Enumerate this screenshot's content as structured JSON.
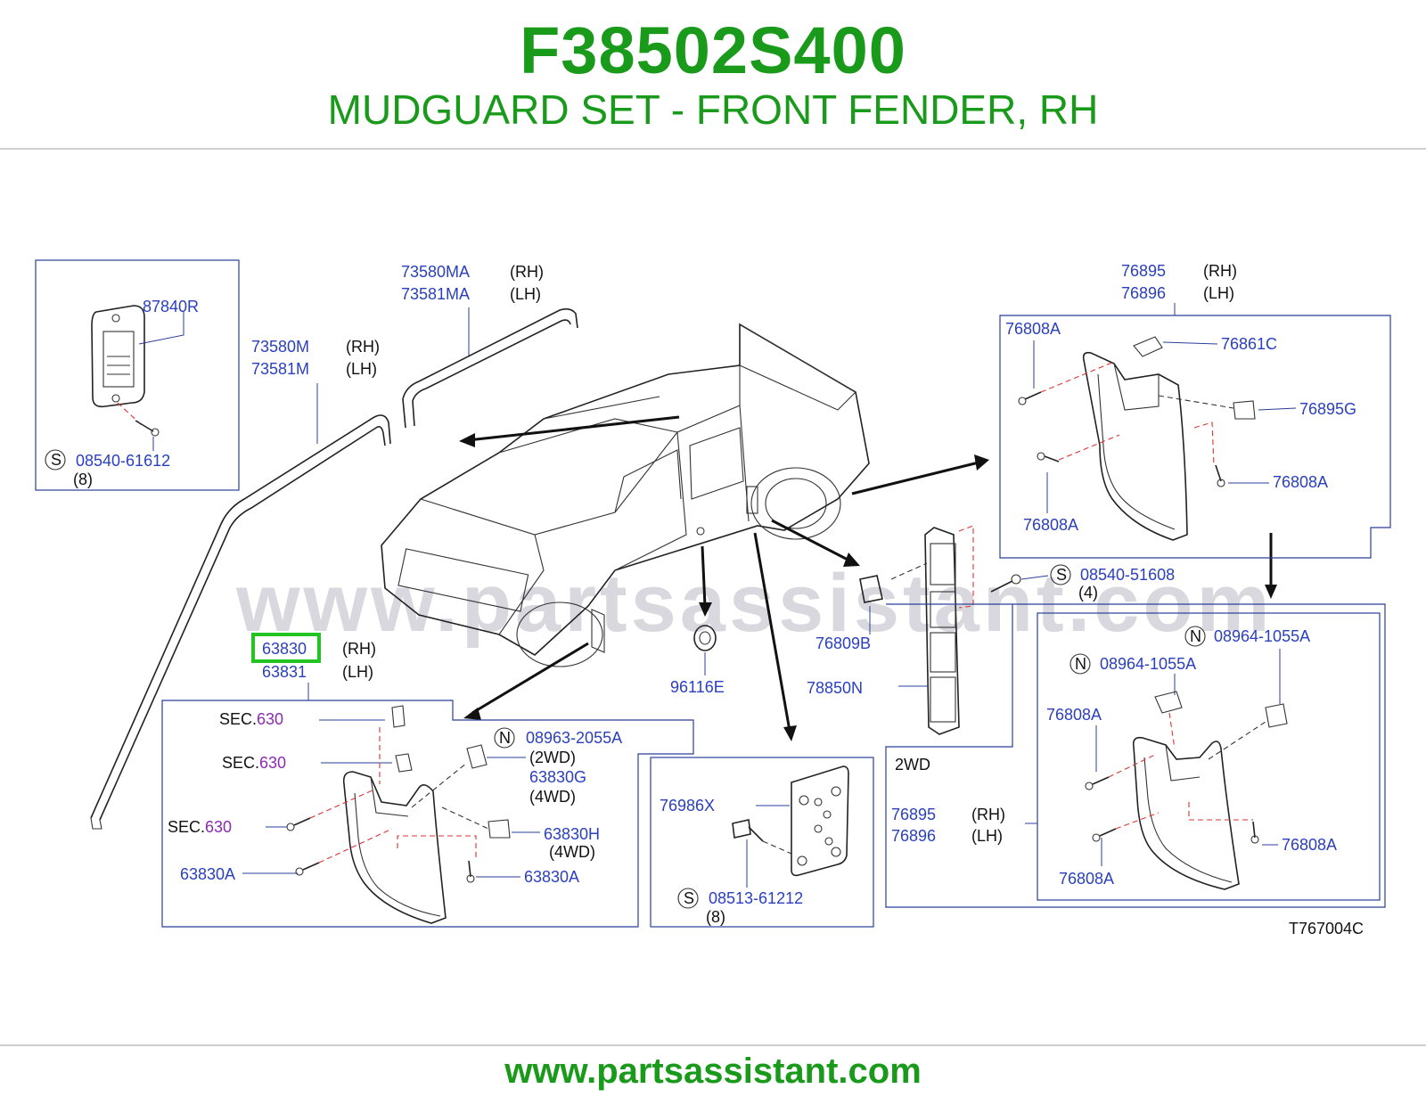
{
  "header": {
    "part_number": "F38502S400",
    "part_name": "MUDGUARD SET - FRONT FENDER, RH"
  },
  "footer": {
    "url": "www.partsassistant.com"
  },
  "watermark": "www.partsassistant.com",
  "diagram_code": "T767004C",
  "colors": {
    "brand_green": "#1a9a1a",
    "part_blue": "#2a3fc0",
    "section_purple": "#8a2bb0",
    "highlight": "#22c422"
  },
  "symbols": {
    "s": "S",
    "n": "N"
  },
  "sides": {
    "rh": "(RH)",
    "lh": "(LH)"
  },
  "labels": {
    "p87840R": "87840R",
    "p08540_61612": "08540-61612",
    "q8a": "(8)",
    "p73580MA": "73580MA",
    "p73581MA": "73581MA",
    "p73580M": "73580M",
    "p73581M": "73581M",
    "p76895": "76895",
    "p76896": "76896",
    "p76808A": "76808A",
    "p76861C": "76861C",
    "p76895G": "76895G",
    "p08540_51608": "08540-51608",
    "q4": "(4)",
    "p76809B": "76809B",
    "p78850N": "78850N",
    "p96116E": "96116E",
    "p63830": "63830",
    "p63831": "63831",
    "sec": "SEC.",
    "sec_num": "630",
    "p08963_2055A": "08963-2055A",
    "wd2": "(2WD)",
    "p63830G": "63830G",
    "wd4": "(4WD)",
    "p63830H": "63830H",
    "p63830A": "63830A",
    "p76986X": "76986X",
    "p08513_61212": "08513-61212",
    "q8b": "(8)",
    "p08964_1055A": "08964-1055A",
    "label2wd": "2WD"
  }
}
